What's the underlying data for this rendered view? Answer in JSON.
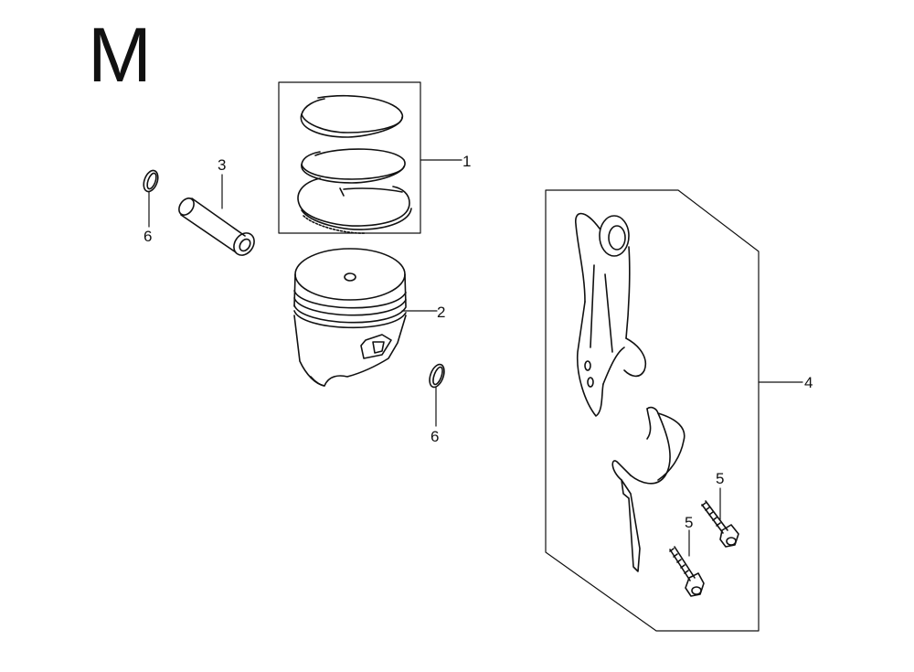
{
  "section_letter": "M",
  "callouts": {
    "piston_ring_set": "1",
    "piston": "2",
    "piston_pin": "3",
    "connecting_rod_set": "4",
    "rod_bolt_upper": "5",
    "rod_bolt_lower": "5",
    "pin_clip_left": "6",
    "pin_clip_right": "6"
  },
  "colors": {
    "line": "#111111",
    "background": "#ffffff"
  }
}
